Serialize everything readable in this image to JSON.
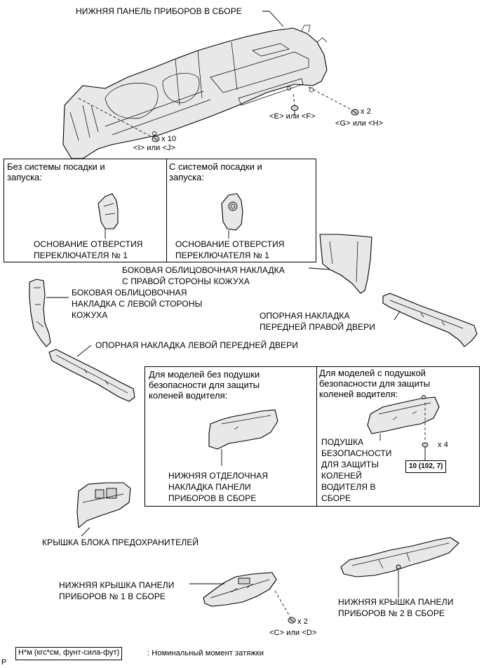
{
  "labels": {
    "lower_panel": "НИЖНЯЯ ПАНЕЛЬ ПРИБОРОВ В СБОРЕ",
    "bolt_ef": "<E> или <F>",
    "screw_x2_top": "x 2",
    "screw_gh": "<G> или <H>",
    "screw_x10": "x 10",
    "screw_ij": "<I> или <J>",
    "right_cowl": "БОКОВАЯ ОБЛИЦОВОЧНАЯ НАКЛАДКА\nС ПРАВОЙ СТОРОНЫ КОЖУХА",
    "left_cowl": "БОКОВАЯ ОБЛИЦОВОЧНАЯ\nНАКЛАДКА С ЛЕВОЙ СТОРОНЫ\nКОЖУХА",
    "right_scuff": "ОПОРНАЯ НАКЛАДКА\nПЕРЕДНЕЙ ПРАВОЙ ДВЕРИ",
    "left_scuff": "ОПОРНАЯ НАКЛАДКА ЛЕВОЙ ПЕРЕДНЕЙ ДВЕРИ",
    "fuse_cover": "КРЫШКА БЛОКА ПРЕДОХРАНИТЕЛЕЙ",
    "lower_cover1": "НИЖНЯЯ КРЫШКА ПАНЕЛИ\nПРИБОРОВ № 1 В СБОРЕ",
    "lower_cover2": "НИЖНЯЯ КРЫШКА ПАНЕЛИ\nПРИБОРОВ № 2 В СБОРЕ",
    "screw_x2_bottom": "x 2",
    "screw_cd": "<C> или <D>",
    "page_marker": "P"
  },
  "box_switch": {
    "left_title": "Без системы посадки и\nзапуска:",
    "left_part": "ОСНОВАНИЕ ОТВЕРСТИЯ\nПЕРЕКЛЮЧАТЕЛЯ № 1",
    "right_title": "С системой посадки и\nзапуска:",
    "right_part": "ОСНОВАНИЕ ОТВЕРСТИЯ\nПЕРЕКЛЮЧАТЕЛЯ № 1"
  },
  "box_knee": {
    "left_title": "Для моделей без подушки\nбезопасности для защиты\nколеней водителя:",
    "left_part": "НИЖНЯЯ ОТДЕЛОЧНАЯ\nНАКЛАДКА ПАНЕЛИ\nПРИБОРОВ В СБОРЕ",
    "right_title": "Для моделей с подушкой\nбезопасности для защиты\nколеней водителя:",
    "right_part": "ПОДУШКА\nБЕЗОПАСНОСТИ\nДЛЯ ЗАЩИТЫ\nКОЛЕНЕЙ\nВОДИТЕЛЯ В\nСБОРЕ",
    "bolt_count": "x 4",
    "torque": "10 (102, 7)"
  },
  "legend": {
    "unit": "Н*м (кгс*см, фунт-сила-фут)",
    "text": ": Номинальный момент затяжки"
  }
}
